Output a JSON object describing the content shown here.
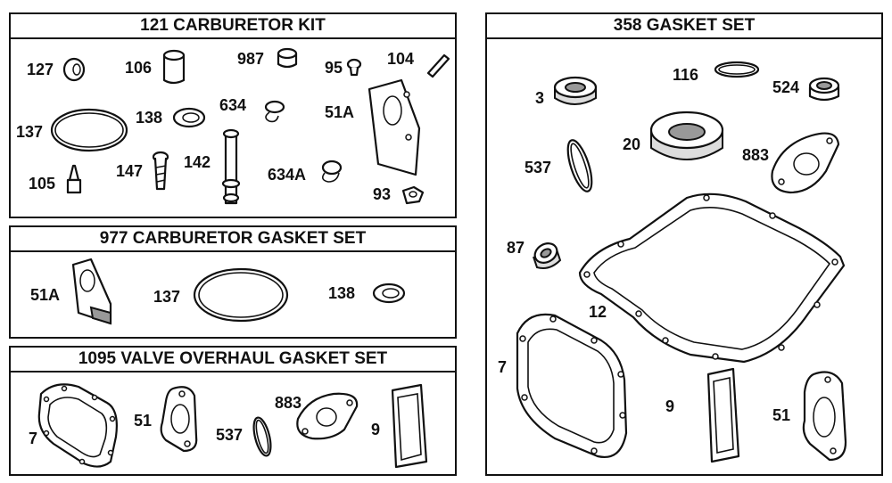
{
  "panels": {
    "carb_kit": {
      "title": "121 CARBURETOR KIT",
      "labels": {
        "p127": "127",
        "p106": "106",
        "p987": "987",
        "p95": "95",
        "p104": "104",
        "p634": "634",
        "p138": "138",
        "p137": "137",
        "p51a": "51A",
        "p105": "105",
        "p147": "147",
        "p142": "142",
        "p634a": "634A",
        "p93": "93"
      }
    },
    "carb_gasket": {
      "title": "977 CARBURETOR GASKET SET",
      "labels": {
        "p51a": "51A",
        "p137": "137",
        "p138": "138"
      }
    },
    "valve_gasket": {
      "title": "1095 VALVE OVERHAUL GASKET SET",
      "labels": {
        "p7": "7",
        "p51": "51",
        "p537": "537",
        "p883": "883",
        "p9": "9"
      }
    },
    "gasket_set": {
      "title": "358 GASKET SET",
      "labels": {
        "p116": "116",
        "p3": "3",
        "p524": "524",
        "p20": "20",
        "p537": "537",
        "p883": "883",
        "p87": "87",
        "p12": "12",
        "p7": "7",
        "p9": "9",
        "p51": "51"
      }
    }
  },
  "icons": [
    "washer-icon",
    "bushing-icon",
    "screw-icon",
    "pin-icon",
    "spring-icon",
    "o-ring-icon",
    "gasket-icon",
    "needle-icon",
    "shaft-icon",
    "plug-icon",
    "seal-icon"
  ]
}
